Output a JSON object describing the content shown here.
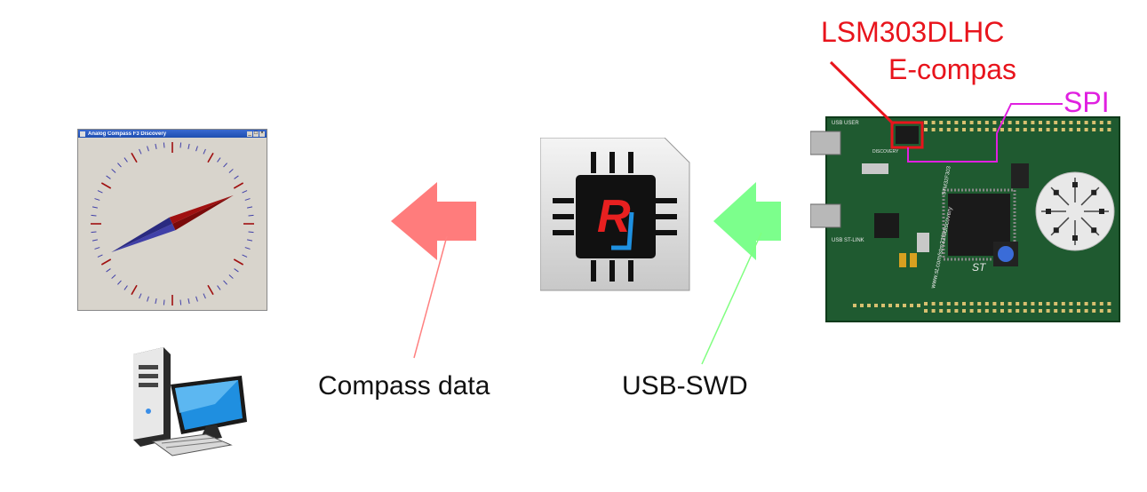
{
  "compass_window": {
    "title": "Analog Compass F3 Discovery",
    "btn_min": "_",
    "btn_max": "□",
    "btn_close": "×",
    "heading_deg": 65
  },
  "labels": {
    "compass_data": "Compass data",
    "usb_swd": "USB-SWD",
    "sensor_line1": "LSM303DLHC",
    "sensor_line2": "E-compas",
    "spi": "SPI"
  },
  "chip_logo": {
    "letter": "R"
  },
  "board": {
    "silk_left": "USB USER",
    "silk_left2": "USB ST-LINK",
    "silk_center": "www.st.com/stm32f3discovery",
    "silk_mcu": "STM32F303",
    "silk_brand": "ST",
    "silk_discovery": "DISCOVERY"
  },
  "colors": {
    "arrow_left": "#ff7c7c",
    "arrow_right": "#7cff8c",
    "sensor_red": "#e8141c",
    "spi_magenta": "#e020e0",
    "board_green": "#1f5a30",
    "compass_bg": "#d8d4cc",
    "needle_red": "#a01010",
    "needle_blue": "#4040a8"
  },
  "icons": [
    "computer-icon",
    "chip-icon",
    "arrow-left-icon",
    "arrow-right-icon",
    "compass-icon",
    "board-icon"
  ]
}
